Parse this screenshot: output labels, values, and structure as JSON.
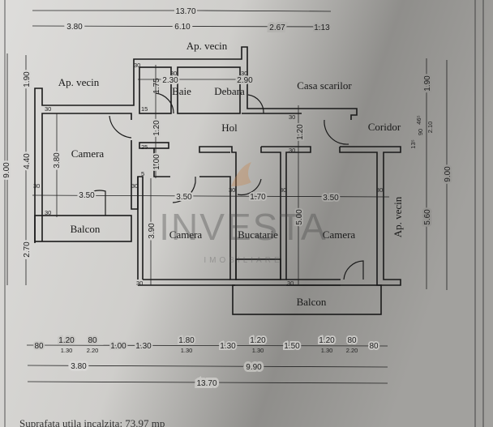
{
  "colors": {
    "paper_light": "#dcdcda",
    "paper_dark": "#8c8b88",
    "ink": "#1a1a1a",
    "watermark": "#b9926a"
  },
  "rooms": {
    "ap_vecin_top": "Ap. vecin",
    "ap_vecin_left": "Ap. vecin",
    "ap_vecin_right": "Ap. vecin",
    "baie": "Baie",
    "debara": "Debara",
    "casa_scarilor": "Casa scarilor",
    "hol": "Hol",
    "coridor": "Coridor",
    "camera_left": "Camera",
    "camera_middle": "Camera",
    "camera_right": "Camera",
    "bucatarie": "Bucatarie",
    "balcon_left": "Balcon",
    "balcon_bottom": "Balcon"
  },
  "top_dimensions": {
    "total": "13.70",
    "segments": [
      "3.80",
      "6.10",
      "2.67",
      "1.13"
    ]
  },
  "interior_dimensions": {
    "baie_width": "2.30",
    "baie_depth": "1.75",
    "debara_width": "2.90",
    "hol_1": "1.20",
    "hol_2": "1.00",
    "hol_right": "1.20",
    "camera_left_depth": "3.80",
    "camera_left_width": "3.50",
    "camera_middle_width": "3.50",
    "camera_middle_depth": "3.90",
    "bucatarie_width": "1.70",
    "camera_right_width": "3.50",
    "camera_right_depth": "5.00",
    "wall": "30",
    "small_25": "25",
    "small_15": "15",
    "small_5": "5"
  },
  "left_dimensions": {
    "total": "9.00",
    "segments": [
      "1.90",
      "4.40",
      "2.70"
    ]
  },
  "right_dimensions": {
    "total": "9.00",
    "segments": [
      "1.90",
      "2.10",
      "5.60"
    ],
    "extra": [
      "46⁵",
      "90",
      "13⁵"
    ]
  },
  "bottom_openings": [
    {
      "top": "80"
    },
    {
      "top": "1.20",
      "bottom": "1.30"
    },
    {
      "top": "80",
      "bottom": "2.20"
    },
    {
      "top": "1.00"
    },
    {
      "top": "1.30"
    },
    {
      "top": "1.80",
      "bottom": "1.30"
    },
    {
      "top": "1.30"
    },
    {
      "top": "1.20",
      "bottom": "1.30"
    },
    {
      "top": "1.50"
    },
    {
      "top": "1.20",
      "bottom": "1.30"
    },
    {
      "top": "80",
      "bottom": "2.20"
    },
    {
      "top": "80"
    }
  ],
  "bottom_dimensions": {
    "segments": [
      "3.80",
      "9.90"
    ],
    "total": "13.70"
  },
  "footer": {
    "area_text": "Suprafata utila incalzita: 73.97 mp"
  },
  "watermark": {
    "brand": "INVESTA",
    "tagline": "IMOBILIARE"
  }
}
